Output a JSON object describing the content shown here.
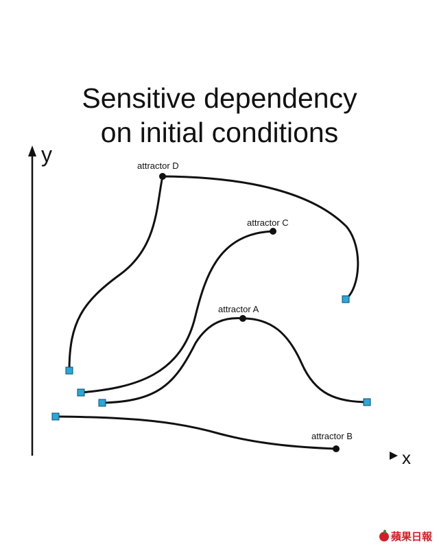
{
  "title": {
    "line1": "Sensitive dependency",
    "line2": "on initial conditions"
  },
  "axes": {
    "y_label": "y",
    "x_label": "x"
  },
  "attractors": {
    "a": "attractor A",
    "b": "attractor B",
    "c": "attractor C",
    "d": "attractor D"
  },
  "colors": {
    "curve": "#111111",
    "start_marker": "#29a8dc",
    "attractor_marker": "#111111",
    "watermark": "#d01f25"
  },
  "watermark": {
    "text": "蘋果日報",
    "icon": "apple-icon"
  }
}
